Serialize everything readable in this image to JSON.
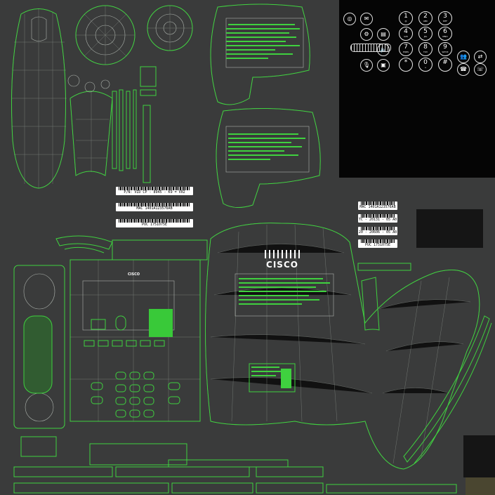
{
  "texture": {
    "logo_text": "CISCO",
    "small_logo_text": "CISCO",
    "labels_left": [
      "P/N: VID CP - 8945 - K9 = V02",
      "MAC 1401A123576AB",
      "PUC 1751075E"
    ],
    "labels_right": [
      "MAC 1401A123576AB",
      "TC - 20131 - 05 A0",
      "20 - 20606 - 05 A0",
      "PUC 1751075E"
    ],
    "keypad": [
      {
        "digit": "1",
        "sub": "@"
      },
      {
        "digit": "2",
        "sub": "ABC"
      },
      {
        "digit": "3",
        "sub": "DEF"
      },
      {
        "digit": "4",
        "sub": "GHI"
      },
      {
        "digit": "5",
        "sub": "JKL"
      },
      {
        "digit": "6",
        "sub": "MNO"
      },
      {
        "digit": "7",
        "sub": "PQRS"
      },
      {
        "digit": "8",
        "sub": "TUV"
      },
      {
        "digit": "9",
        "sub": "WXYZ"
      },
      {
        "digit": "*",
        "sub": ""
      },
      {
        "digit": "0",
        "sub": "+"
      },
      {
        "digit": "#",
        "sub": ""
      }
    ],
    "icons": [
      "navigation-icon",
      "messages-icon",
      "settings-icon",
      "directory-icon",
      "volume-icon",
      "mute-icon",
      "video-icon",
      "conference-icon",
      "transfer-icon",
      "hold-icon",
      "headset-icon",
      "speaker-icon",
      "headset-cradle-icon"
    ],
    "colors": {
      "background": "#3a3b3b",
      "seam": "#3fd13f",
      "wire": "#bfc7bf",
      "panel": "#050505",
      "nav_pad": "#3f7d78"
    }
  }
}
